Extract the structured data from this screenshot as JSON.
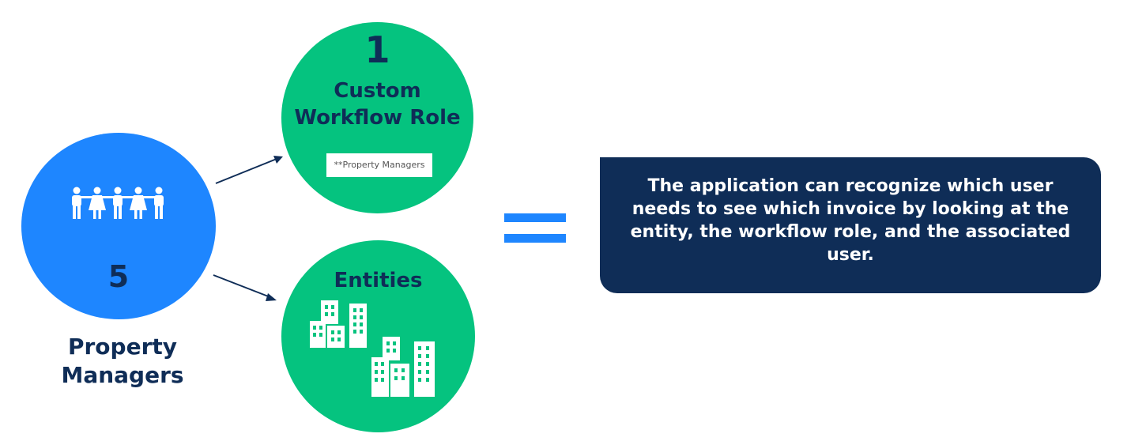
{
  "property_managers": {
    "count": "5",
    "label": "Property Managers",
    "icon": "people-group-icon"
  },
  "workflow_role": {
    "count": "1",
    "title": "Custom Workflow Role",
    "chip_text": "**Property Managers"
  },
  "entities": {
    "title": "Entities",
    "icon": "buildings-icon"
  },
  "info": {
    "text": "The application can recognize which user needs to see which invoice by looking at the entity, the workflow role, and the associated user."
  },
  "colors": {
    "blue": "#1e86ff",
    "green": "#05c37f",
    "navy": "#0f2d57"
  }
}
